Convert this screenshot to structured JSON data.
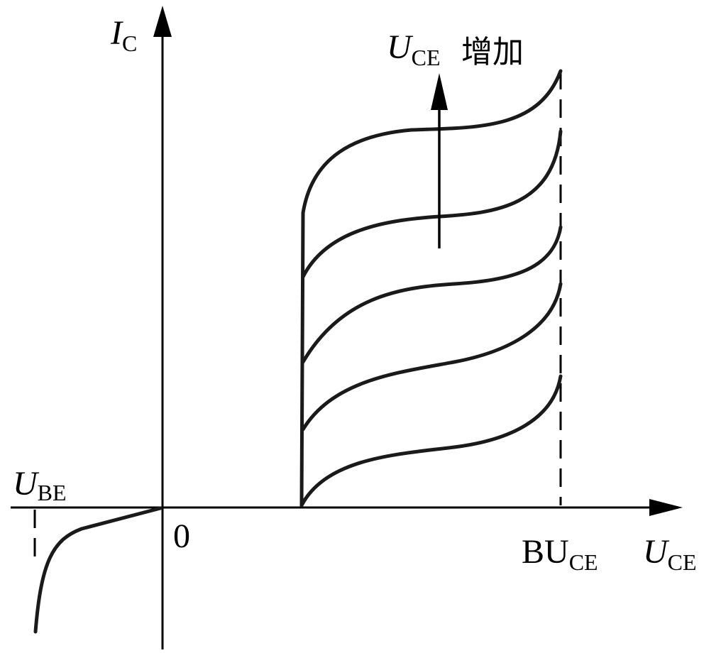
{
  "labels": {
    "y_axis": {
      "symbol": "I",
      "subscript": "C"
    },
    "x_axis": {
      "symbol": "U",
      "subscript": "CE"
    },
    "neg_axis": {
      "symbol": "U",
      "subscript": "BE"
    },
    "origin": "0",
    "breakdown": {
      "main": "BU",
      "subscript": "CE"
    },
    "annotation": {
      "symbol": "U",
      "subscript": "CE",
      "text": "增加"
    }
  }
}
